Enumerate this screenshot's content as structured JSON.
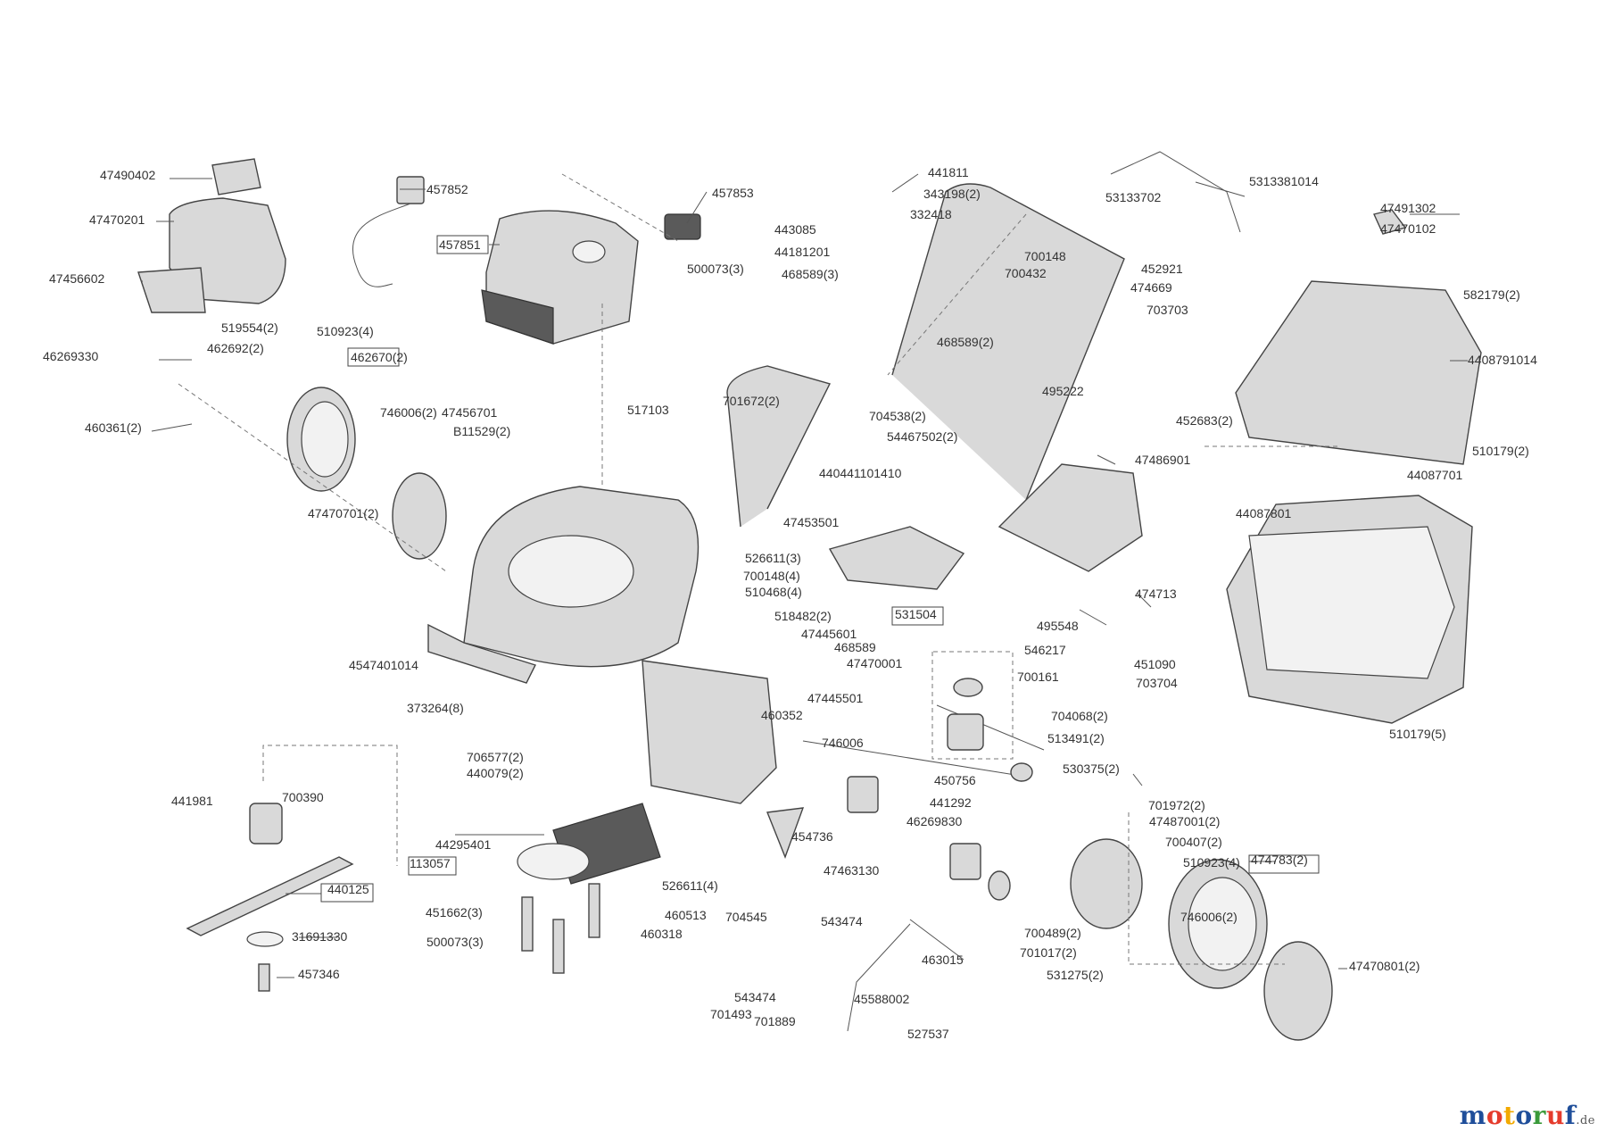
{
  "labels": [
    "47490402",
    "47470201",
    "47456602",
    "46269330",
    "460361(2)",
    "519554(2)",
    "462692(2)",
    "510923(4)",
    "462670(2)",
    "746006(2)",
    "47456701",
    "B11529(2)",
    "47470701(2)",
    "457852",
    "457851",
    "457853",
    "500073(3)",
    "441811",
    "343198(2)",
    "332418",
    "443085",
    "44181201",
    "468589(3)",
    "53133702",
    "5313381014",
    "700148",
    "700432",
    "452921",
    "474669",
    "703703",
    "468589(2)",
    "495222",
    "47491302",
    "47470102",
    "582179(2)",
    "4408791014",
    "452683(2)",
    "510179(2)",
    "517103",
    "701672(2)",
    "704538(2)",
    "54467502(2)",
    "440441101410",
    "47486901",
    "47453501",
    "526611(3)",
    "700148(4)",
    "510468(4)",
    "518482(2)",
    "47445601",
    "468589",
    "47470001",
    "531504",
    "495548",
    "474713",
    "44087701",
    "44087801",
    "4547401014",
    "373264(8)",
    "546217",
    "451090",
    "700161",
    "703704",
    "47445501",
    "460352",
    "704068(2)",
    "513491(2)",
    "530375(2)",
    "510179(5)",
    "706577(2)",
    "440079(2)",
    "746006",
    "450756",
    "441292",
    "46269830",
    "700390",
    "441981",
    "440125",
    "113057",
    "44295401",
    "454736",
    "47463130",
    "451662(3)",
    "526611(4)",
    "460513",
    "704545",
    "543474",
    "500073(3)",
    "460318",
    "31691330",
    "457346",
    "463015",
    "701972(2)",
    "47487001(2)",
    "700407(2)",
    "474783(2)",
    "510923(4)",
    "746006(2)",
    "47470801(2)",
    "700489(2)",
    "701017(2)",
    "531275(2)",
    "45588002",
    "543474",
    "701493",
    "701889",
    "527537"
  ],
  "logo": {
    "brand": "motoruf",
    "suffix": ".de",
    "colors": [
      "#1f4e9a",
      "#e53b2c",
      "#f2a900",
      "#1f4e9a",
      "#3a9a3a",
      "#e53b2c",
      "#1f4e9a"
    ]
  }
}
